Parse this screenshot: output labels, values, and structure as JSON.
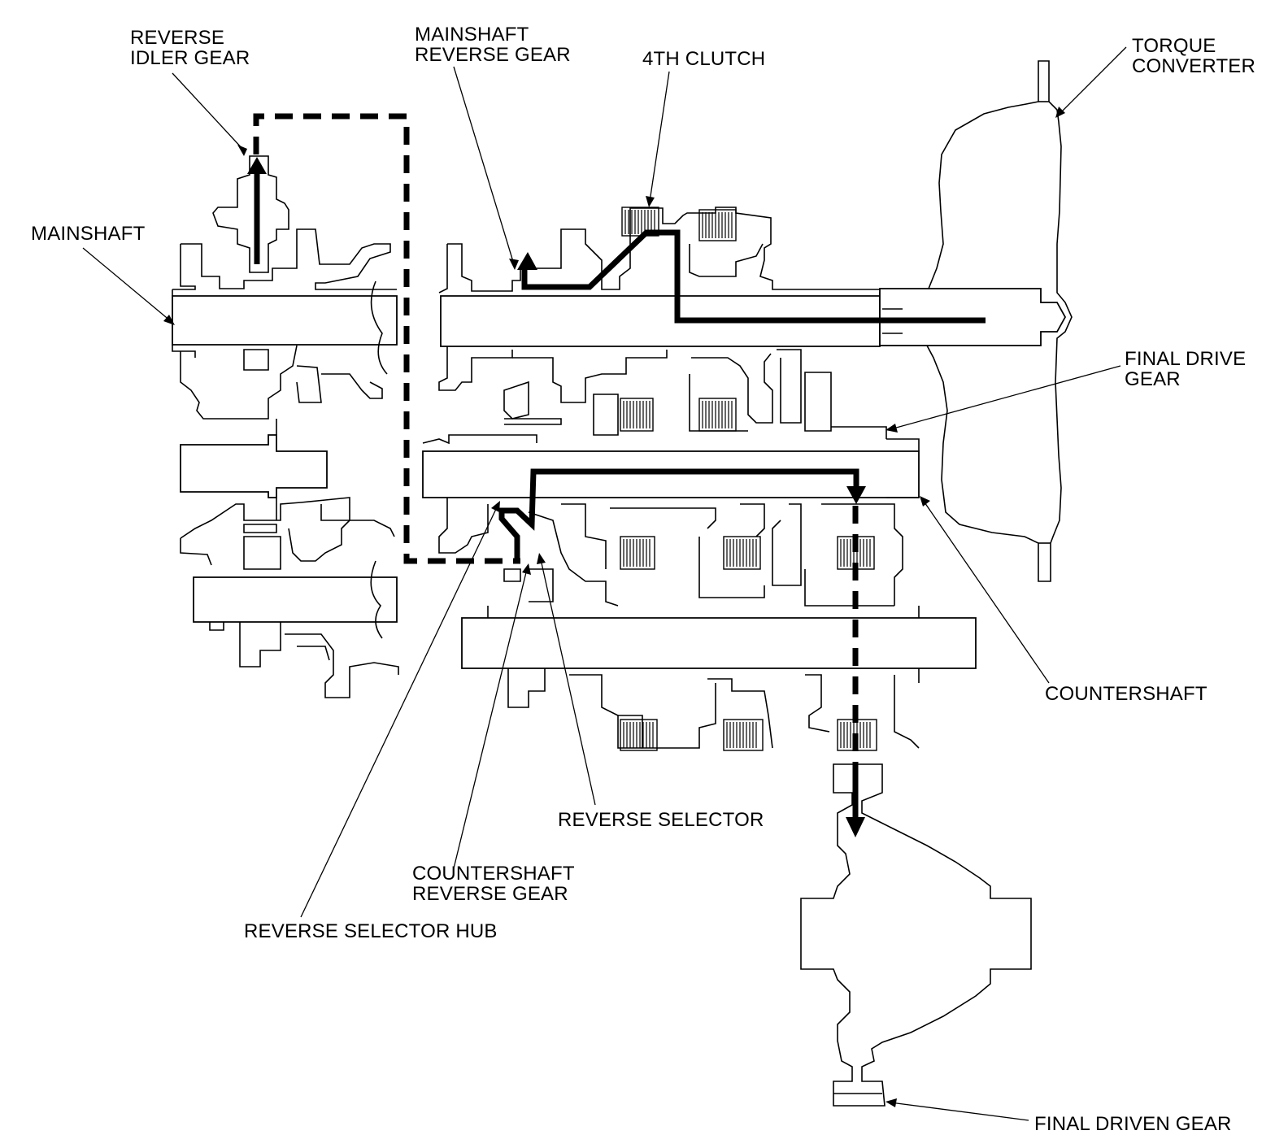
{
  "labels": {
    "reverse_idler_gear": [
      "REVERSE",
      "IDLER GEAR"
    ],
    "mainshaft_reverse_gear": [
      "MAINSHAFT",
      "REVERSE GEAR"
    ],
    "fourth_clutch": "4TH CLUTCH",
    "torque_converter": [
      "TORQUE",
      "CONVERTER"
    ],
    "mainshaft": "MAINSHAFT",
    "final_drive_gear": [
      "FINAL DRIVE",
      "GEAR"
    ],
    "countershaft": "COUNTERSHAFT",
    "reverse_selector": "REVERSE SELECTOR",
    "countershaft_reverse_gear": [
      "COUNTERSHAFT",
      "REVERSE GEAR"
    ],
    "reverse_selector_hub": "REVERSE SELECTOR HUB",
    "final_driven_gear": "FINAL DRIVEN GEAR"
  },
  "power_flow": {
    "line_color": "#000000",
    "legend_solid": "",
    "legend_dashed": ""
  }
}
